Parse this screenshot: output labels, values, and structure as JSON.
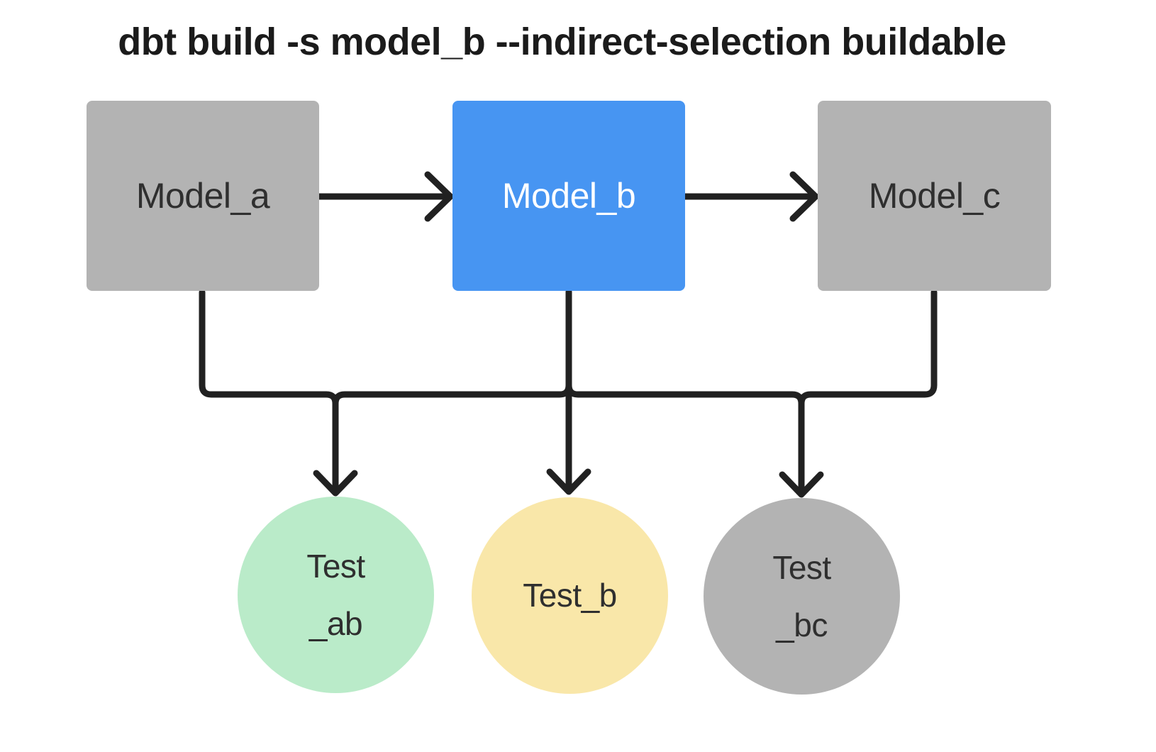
{
  "title": "dbt build -s model_b --indirect-selection buildable",
  "colors": {
    "background": "#ffffff",
    "node_gray": "#b3b3b3",
    "node_blue": "#4795f2",
    "node_green": "#baebc9",
    "node_yellow": "#f9e7a9",
    "edge": "#212121",
    "text_dark": "#2f2f2f",
    "text_light": "#ffffff",
    "title_text": "#1b1b1b"
  },
  "models": [
    {
      "id": "model_a",
      "label": "Model_a",
      "fill": "node_gray",
      "text": "text_dark"
    },
    {
      "id": "model_b",
      "label": "Model_b",
      "fill": "node_blue",
      "text": "text_light"
    },
    {
      "id": "model_c",
      "label": "Model_c",
      "fill": "node_gray",
      "text": "text_dark"
    }
  ],
  "tests": [
    {
      "id": "test_ab",
      "label": "Test\n_ab",
      "fill": "node_green",
      "text": "text_dark"
    },
    {
      "id": "test_b",
      "label": "Test_b",
      "fill": "node_yellow",
      "text": "text_dark"
    },
    {
      "id": "test_bc",
      "label": "Test\n_bc",
      "fill": "node_gray",
      "text": "text_dark"
    }
  ],
  "edges": [
    {
      "from": "model_a",
      "to": "model_b"
    },
    {
      "from": "model_b",
      "to": "model_c"
    },
    {
      "from": "model_a",
      "to": "test_ab"
    },
    {
      "from": "model_b",
      "to": "test_ab"
    },
    {
      "from": "model_b",
      "to": "test_b"
    },
    {
      "from": "model_b",
      "to": "test_bc"
    },
    {
      "from": "model_c",
      "to": "test_bc"
    }
  ]
}
